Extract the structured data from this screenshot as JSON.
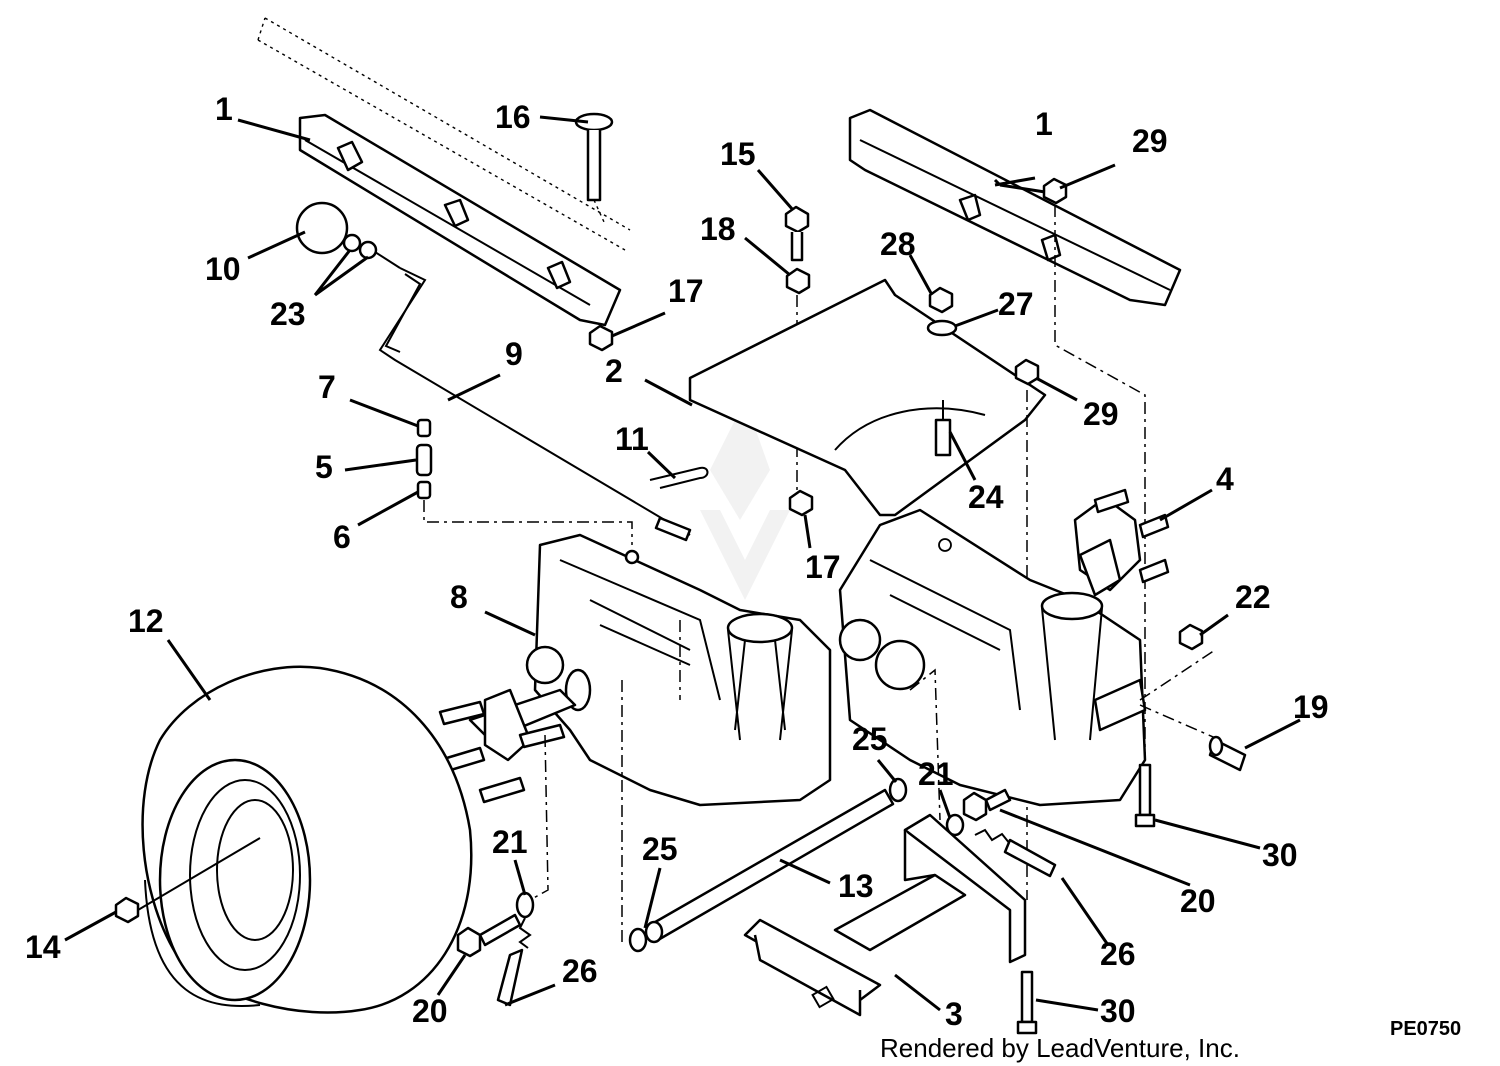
{
  "diagram": {
    "reference_code": "PE0750",
    "credit": "Rendered by LeadVenture, Inc.",
    "callouts": {
      "c1a": "1",
      "c1b": "1",
      "c2": "2",
      "c3": "3",
      "c4": "4",
      "c5": "5",
      "c6": "6",
      "c7": "7",
      "c8": "8",
      "c9": "9",
      "c10": "10",
      "c11": "11",
      "c12": "12",
      "c13": "13",
      "c14": "14",
      "c15": "15",
      "c16": "16",
      "c17a": "17",
      "c17b": "17",
      "c18": "18",
      "c19": "19",
      "c20a": "20",
      "c20b": "20",
      "c21a": "21",
      "c21b": "21",
      "c22": "22",
      "c23": "23",
      "c24": "24",
      "c25a": "25",
      "c25b": "25",
      "c26a": "26",
      "c26b": "26",
      "c27": "27",
      "c28": "28",
      "c29a": "29",
      "c29b": "29",
      "c30a": "30",
      "c30b": "30"
    }
  }
}
